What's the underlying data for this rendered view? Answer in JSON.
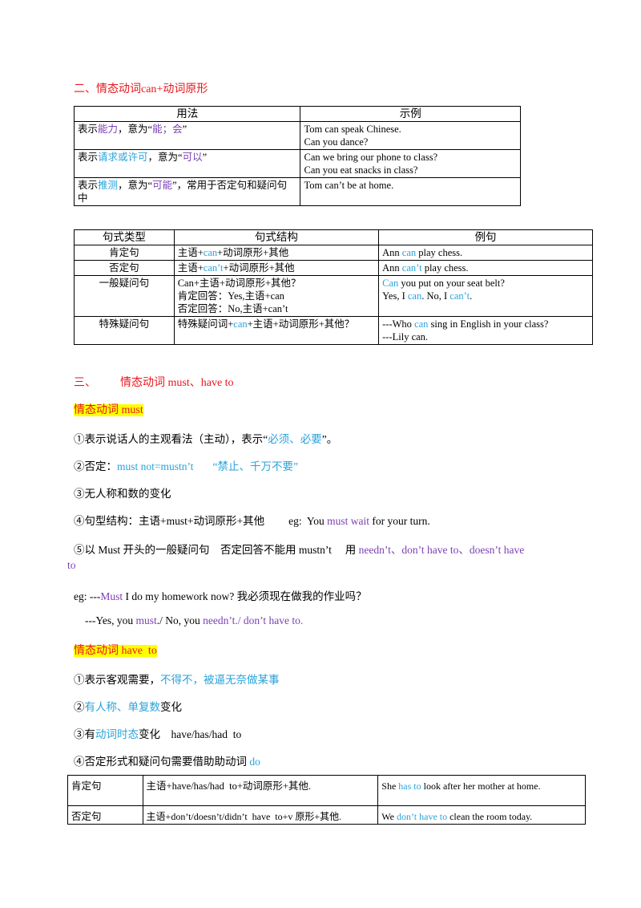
{
  "sec2": {
    "title": "二、情态动词can+动词原形"
  },
  "table1": {
    "headers": [
      "用法",
      "示例"
    ],
    "rows": [
      {
        "pre": "表示",
        "em": "能力",
        "mid": "，意为“",
        "em2": "能；会",
        "post": "”",
        "ex1": "Tom can speak Chinese.",
        "ex2": "Can you dance?"
      },
      {
        "pre": "表示",
        "em": "请求或许可",
        "mid": "，意为“",
        "em2": "可以",
        "post": "”",
        "ex1": "Can we bring our phone to class?",
        "ex2": "Can you eat snacks in class?"
      },
      {
        "pre": "表示",
        "em": "推测",
        "mid": "，意为“",
        "em2": "可能",
        "post": "”，常用于否定句和疑问句中",
        "ex1": "Tom can’t be at home.",
        "ex2": ""
      }
    ]
  },
  "table2": {
    "headers": [
      "句式类型",
      "句式结构",
      "例句"
    ],
    "r1": {
      "type": "肯定句",
      "s_a": "主语+",
      "s_b": "can",
      "s_c": "+动词原形+其他",
      "e_a": "Ann ",
      "e_b": "can",
      "e_c": " play chess."
    },
    "r2": {
      "type": "否定句",
      "s_a": "主语+",
      "s_b": "can’t",
      "s_c": "+动词原形+其他",
      "e_a": "Ann ",
      "e_b": "can’t",
      "e_c": " play chess."
    },
    "r3": {
      "type": "一般疑问句",
      "s1": "Can+主语+动词原形+其他？",
      "s2": "肯定回答：Yes,主语+can",
      "s3": "否定回答：No,主语+can’t",
      "e1_a": "Can",
      "e1_b": " you put on your seat belt?",
      "e2_a": "Yes, I ",
      "e2_b": "can",
      "e2_c": ". No, I ",
      "e2_d": "can’t",
      "e2_e": "."
    },
    "r4": {
      "type": "特殊疑问句",
      "s_a": "特殊疑问词+",
      "s_b": "can",
      "s_c": "+主语+动词原形+其他？",
      "e1_a": "---Who ",
      "e1_b": "can",
      "e1_c": " sing in English in your class?",
      "e2": "---Lily can."
    }
  },
  "sec3": {
    "num": "三、",
    "title": "情态动词 must、have to"
  },
  "must": {
    "title": "情态动词 must",
    "p1_a": "①表示说话人的主观看法（主动），表示“",
    "p1_b": "必须、必要",
    "p1_c": "”。",
    "p2_a": "②否定：",
    "p2_b": "must not=mustn’t",
    "p2_c": "“禁止、千万不要”",
    "p3": "③无人称和数的变化",
    "p4_a": "④句型结构：主语+must+动词原形+其他",
    "p4_b": "eg:  You ",
    "p4_c": "must wait",
    "p4_d": " for your turn.",
    "p5_a": "⑤以 Must 开头的一般疑问句　否定回答不能用 mustn’t　 用 ",
    "p5_b": "needn’t、don’t have to、doesn’t have",
    "p5_c": "to",
    "eg1_a": "eg: ---",
    "eg1_b": "Must",
    "eg1_c": " I do my homework now? 我必须现在做我的作业吗？",
    "eg2_a": "---Yes, you ",
    "eg2_b": "must",
    "eg2_c": "./ No, you ",
    "eg2_d": "needn’t",
    "eg2_e": "./ ",
    "eg2_f": "don’t have to."
  },
  "haveto": {
    "title": "情态动词 have  to",
    "p1_a": "①表示客观需要，",
    "p1_b": "不得不，被逼无奈做某事",
    "p2_a": "②",
    "p2_b": "有人称、单复数",
    "p2_c": "变化",
    "p3_a": "③有",
    "p3_b": "动词时态",
    "p3_c": "变化　have/has/had  to",
    "p4_a": "④否定形式和疑问句需要借助助动词 ",
    "p4_b": "do"
  },
  "table3": {
    "r1": {
      "type": "肯定句",
      "struct": "主语+have/has/had  to+动词原形+其他.",
      "e_a": "She ",
      "e_b": "has to",
      "e_c": " look after her mother at home."
    },
    "r2": {
      "type": "否定句",
      "struct": "主语+don’t/doesn’t/didn’t  have  to+v 原形+其他.",
      "e_a": "We ",
      "e_b": "don’t have to",
      "e_c": " clean the room today."
    }
  }
}
